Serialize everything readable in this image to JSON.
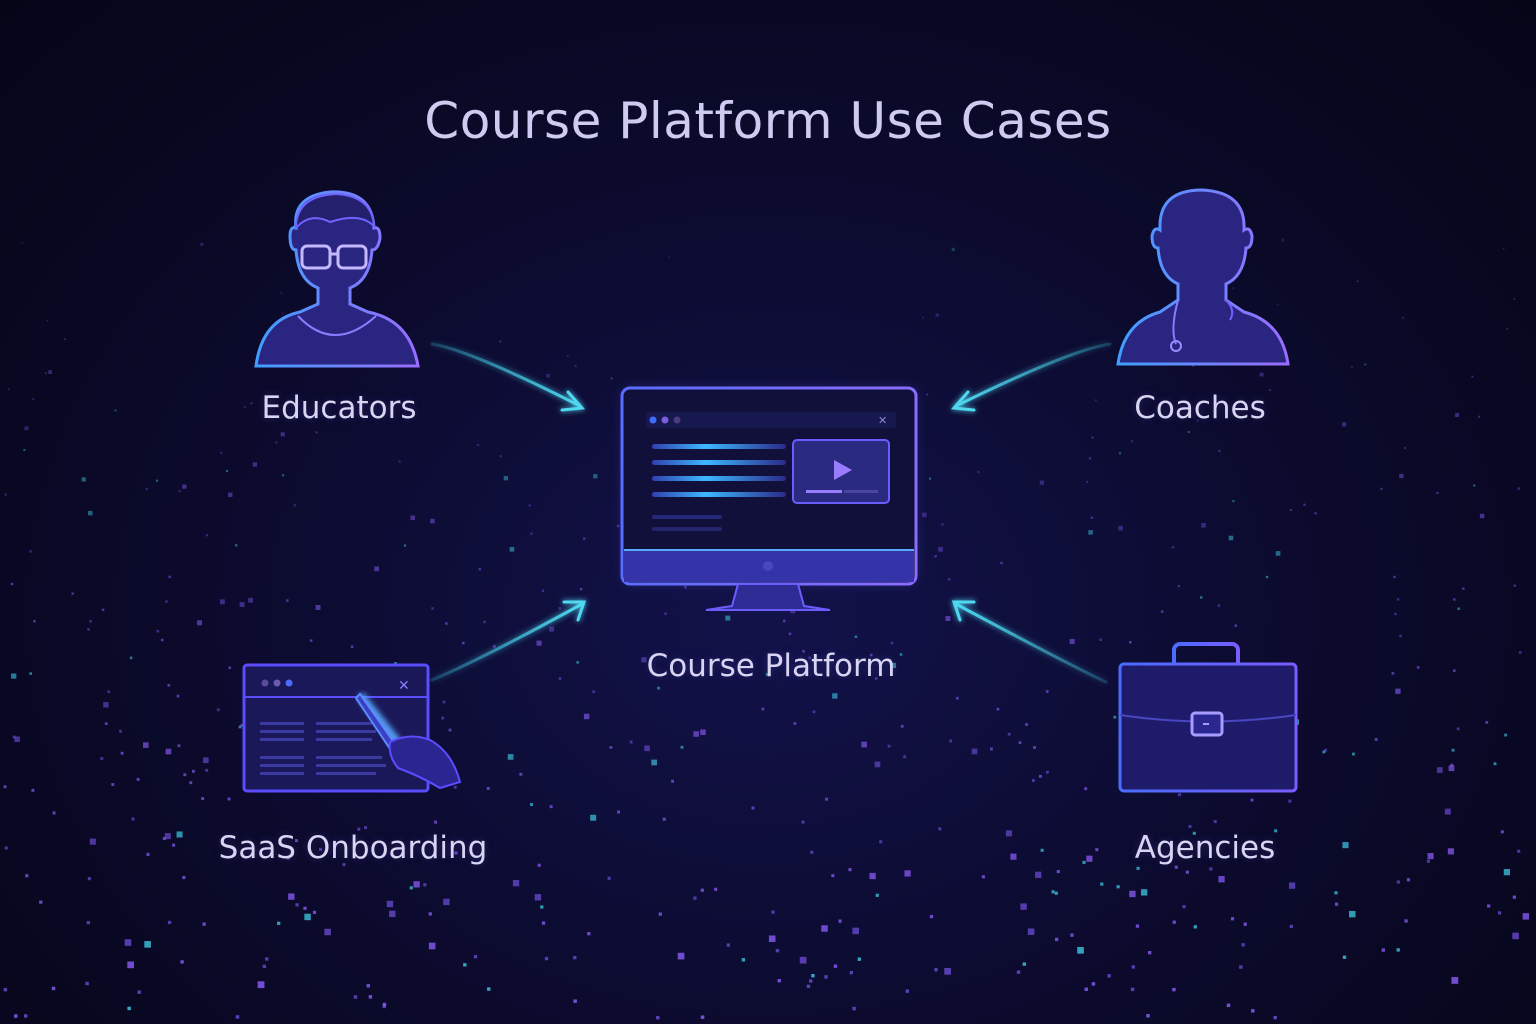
{
  "diagram": {
    "title": "Course Platform Use Cases",
    "center": {
      "label": "Course Platform",
      "icon": "monitor-icon"
    },
    "nodes": [
      {
        "id": "educators",
        "label": "Educators",
        "icon": "person-with-glasses-icon"
      },
      {
        "id": "coaches",
        "label": "Coaches",
        "icon": "person-with-whistle-icon"
      },
      {
        "id": "saas",
        "label": "SaaS Onboarding",
        "icon": "browser-window-with-pen-icon"
      },
      {
        "id": "agencies",
        "label": "Agencies",
        "icon": "briefcase-icon"
      }
    ],
    "edges": [
      {
        "from": "educators",
        "to": "center"
      },
      {
        "from": "coaches",
        "to": "center"
      },
      {
        "from": "saas",
        "to": "center"
      },
      {
        "from": "agencies",
        "to": "center"
      }
    ]
  },
  "colors": {
    "background": "#0c0b30",
    "title_text": "#cfcaf0",
    "label_text": "#d8d4f2",
    "arrow": "#3fc8e0",
    "icon_stroke": "#7c6cff",
    "icon_fill": "#2a2580",
    "star": "#8a5cf6"
  }
}
